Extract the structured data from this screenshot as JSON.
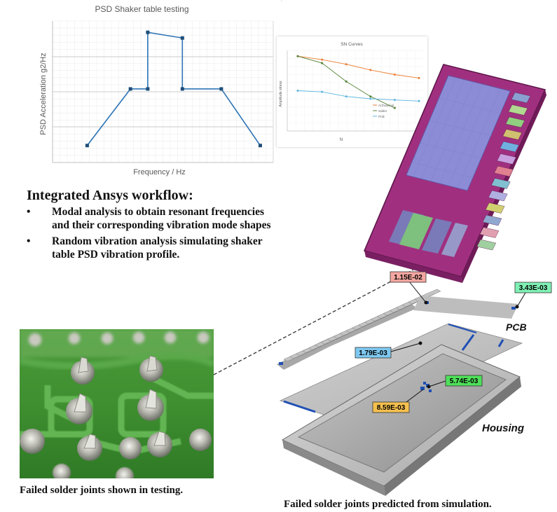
{
  "chart_data": [
    {
      "type": "line",
      "title": "PSD Shaker table testing",
      "xlabel": "Frequency / Hz",
      "ylabel": "PSD Acceleration g2/Hz",
      "grid": true,
      "legend": "none",
      "series": [
        {
          "color": "#2e75b6",
          "points": [
            [
              1.0,
              1.0
            ],
            [
              2.0,
              2.0
            ],
            [
              2.4,
              2.0
            ],
            [
              2.4,
              3.0
            ],
            [
              3.2,
              2.9
            ],
            [
              3.2,
              2.0
            ],
            [
              4.1,
              2.0
            ],
            [
              5.0,
              1.0
            ]
          ]
        }
      ]
    },
    {
      "type": "line",
      "title": "SN Curves",
      "xlabel": "N",
      "ylabel": "Amplitude stress",
      "grid": true,
      "legend": "right",
      "series": [
        {
          "name": "Al (housing)",
          "color": "#ed7d31",
          "points": [
            [
              1,
              8.5
            ],
            [
              2,
              8.2
            ],
            [
              3,
              7.8
            ],
            [
              4,
              7.3
            ],
            [
              5,
              6.9
            ],
            [
              6,
              6.6
            ]
          ]
        },
        {
          "name": "Solder",
          "color": "#548235",
          "points": [
            [
              1,
              8.5
            ],
            [
              2,
              7.9
            ],
            [
              3,
              6.3
            ],
            [
              4,
              5.0
            ],
            [
              5,
              4.0
            ]
          ]
        },
        {
          "name": "PCB",
          "color": "#5bb5e0",
          "points": [
            [
              1,
              5.5
            ],
            [
              2,
              5.4
            ],
            [
              3,
              5.0
            ],
            [
              4,
              4.8
            ],
            [
              5,
              4.7
            ],
            [
              6,
              4.6
            ]
          ]
        }
      ]
    }
  ],
  "workflow": {
    "title": "Integrated Ansys workflow:",
    "bullets": [
      {
        "mark": "•",
        "text": "Modal analysis to obtain resonant frequencies and their corresponding vibration mode shapes"
      },
      {
        "mark": "•",
        "text": "Random vibration analysis simulating shaker table PSD vibration profile."
      }
    ]
  },
  "captions": {
    "photo": "Failed solder joints shown in testing.",
    "simulation": "Failed solder joints predicted from simulation."
  },
  "labels": {
    "pcb": "PCB",
    "housing": "Housing"
  },
  "callouts": [
    {
      "text": "1.15E-02",
      "color": "#f4a6a0"
    },
    {
      "text": "3.43E-03",
      "color": "#7ff0b4"
    },
    {
      "text": "1.79E-03",
      "color": "#7ec8f0"
    },
    {
      "text": "5.74E-03",
      "color": "#4fe05a"
    },
    {
      "text": "8.59E-03",
      "color": "#f5c04e"
    }
  ],
  "colors": {
    "board_magenta": "#a0307f",
    "board_inner": "#8f8fd8",
    "pcb_green": "#2e8b3a"
  }
}
